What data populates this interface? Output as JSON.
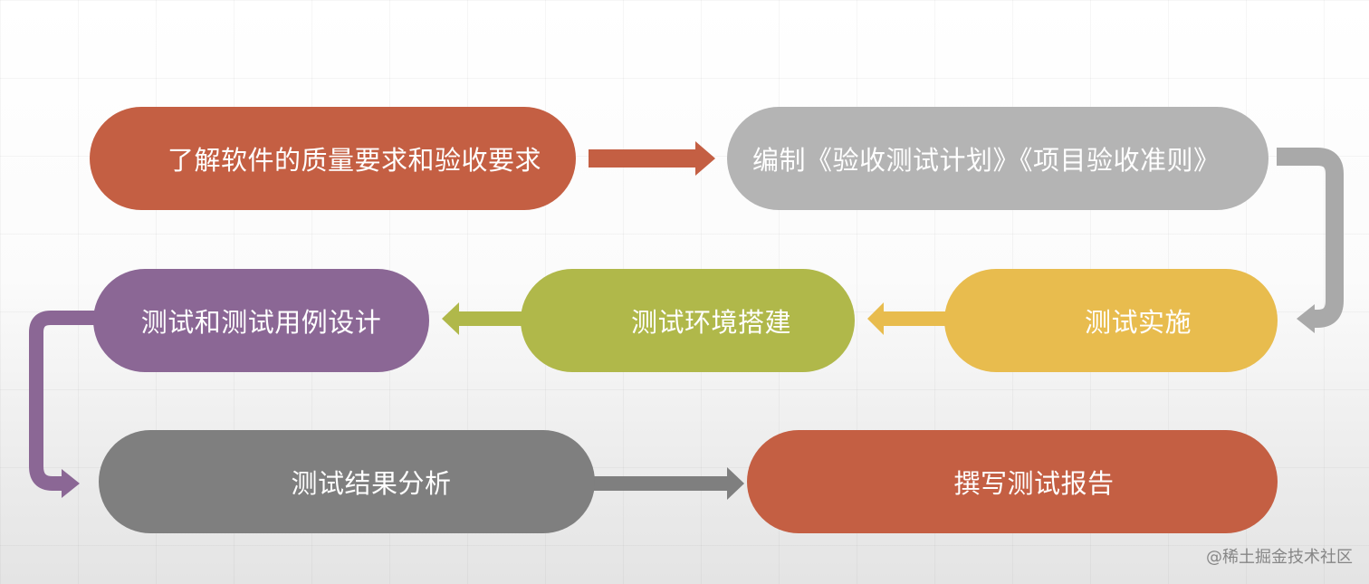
{
  "diagram": {
    "steps": [
      {
        "label": "了解软件的质量要求和验收要求",
        "color": "#c45f43"
      },
      {
        "label": "编制《验收测试计划》《项目验收准则》",
        "color": "#b4b4b4"
      },
      {
        "label": "测试实施",
        "color": "#e8bc4e"
      },
      {
        "label": "测试环境搭建",
        "color": "#b0b84a"
      },
      {
        "label": "测试和测试用例设计",
        "color": "#8b6795"
      },
      {
        "label": "测试结果分析",
        "color": "#7f7f7f"
      },
      {
        "label": "撰写测试报告",
        "color": "#c45f43"
      }
    ],
    "arrow_colors": {
      "step1_to_step2": "#c45f43",
      "step2_to_step3": "#a9a9a9",
      "step3_to_step4": "#e8bc4e",
      "step4_to_step5": "#b0b84a",
      "step5_to_step6": "#8b6795",
      "step6_to_step7": "#7f7f7f"
    }
  },
  "watermark": "@稀土掘金技术社区"
}
